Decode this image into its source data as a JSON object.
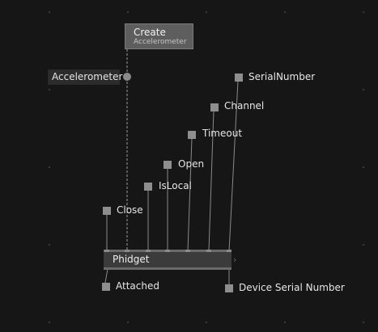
{
  "create_node": {
    "title": "Create",
    "subtitle": "Accelerometer"
  },
  "variable_node": {
    "label": "Accelerometer"
  },
  "phidget_node": {
    "title": "Phidget"
  },
  "inputs": [
    {
      "label": "SerialNumber"
    },
    {
      "label": "Channel"
    },
    {
      "label": "Timeout"
    },
    {
      "label": "Open"
    },
    {
      "label": "IsLocal"
    },
    {
      "label": "Close"
    }
  ],
  "outputs": [
    {
      "label": "Attached"
    },
    {
      "label": "Device Serial Number"
    }
  ],
  "colors": {
    "background": "#161616",
    "node": "#5e5e5e",
    "wire": "#8a8a8a"
  }
}
